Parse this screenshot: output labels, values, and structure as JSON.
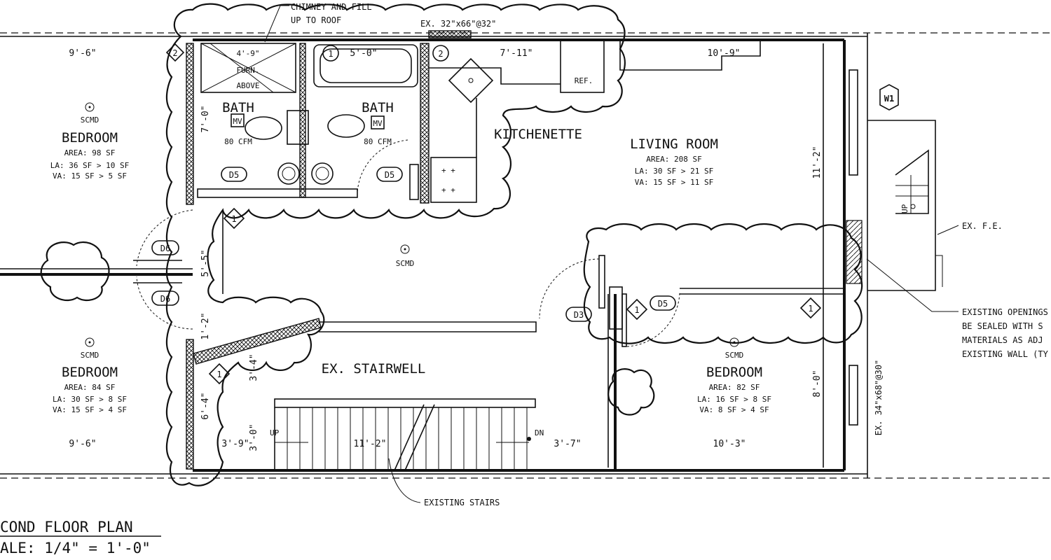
{
  "notes": {
    "chimney_line1": "CHIMNEY AND FILL",
    "chimney_line2": "UP TO ROOF",
    "window_top": "EX. 32\"x66\"@32\"",
    "fe": "EX. F.E.",
    "openings_line1": "EXISTING OPENINGS",
    "openings_line2": "BE SEALED WITH S",
    "openings_line3": "MATERIALS AS ADJ",
    "openings_line4": "EXISTING WALL (TY",
    "window_right": "EX. 34\"x68\"@30\"",
    "existing_stairs": "EXISTING STAIRS"
  },
  "rooms": {
    "bedroom_nw": {
      "name": "BEDROOM",
      "area": "AREA: 98 SF",
      "la": "LA: 36 SF > 10 SF",
      "va": "VA: 15 SF > 5 SF"
    },
    "bedroom_sw": {
      "name": "BEDROOM",
      "area": "AREA: 84 SF",
      "la": "LA: 30 SF > 8 SF",
      "va": "VA: 15 SF > 4 SF"
    },
    "bedroom_se": {
      "name": "BEDROOM",
      "area": "AREA: 82 SF",
      "la": "LA: 16 SF > 8 SF",
      "va": "VA: 8 SF > 4 SF"
    },
    "living": {
      "name": "LIVING ROOM",
      "area": "AREA: 208 SF",
      "la": "LA: 30 SF > 21 SF",
      "va": "VA: 15 SF > 11 SF"
    },
    "kitchen": {
      "name": "KITCHENETTE"
    },
    "bath1": {
      "name": "BATH",
      "fan": "80 CFM",
      "exhaust": "MV"
    },
    "bath2": {
      "name": "BATH",
      "fan": "80 CFM",
      "exhaust": "MV"
    },
    "stairwell": {
      "name": "EX. STAIRWELL"
    }
  },
  "fixtures": {
    "fridge": "REF.",
    "furnace_line1": "4'-9\"",
    "furnace_line2": "FURN.",
    "furnace_line3": "ABOVE",
    "up": "UP",
    "dn": "DN",
    "stair_up": "UP"
  },
  "detectors": {
    "label": "SCMD"
  },
  "tags": {
    "d5": "D5",
    "d6": "D6",
    "d3": "D3",
    "k1": "1",
    "k2": "2",
    "w1": "W1"
  },
  "dimensions": {
    "top_left": "9'-6\"",
    "bath_w": "5'-0\"",
    "kitchen_w": "7'-11\"",
    "living_top": "10'-9\"",
    "living_h": "11'-2\"",
    "bath_h": "7'-0\"",
    "hall_h": "5'-5\"",
    "hall_small": "1'-2\"",
    "stair_v": "3'-4\"",
    "sw_h": "6'-4\"",
    "stair_rise": "3'-0\"",
    "bottom_left": "9'-6\"",
    "b1": "3'-9\"",
    "stair_run": "11'-2\"",
    "b3": "3'-7\"",
    "bed_se_w": "10'-3\"",
    "bed_se_h": "8'-0\""
  },
  "title": {
    "line1": "COND FLOOR PLAN",
    "line2": "ALE: 1/4\" = 1'-0\""
  }
}
